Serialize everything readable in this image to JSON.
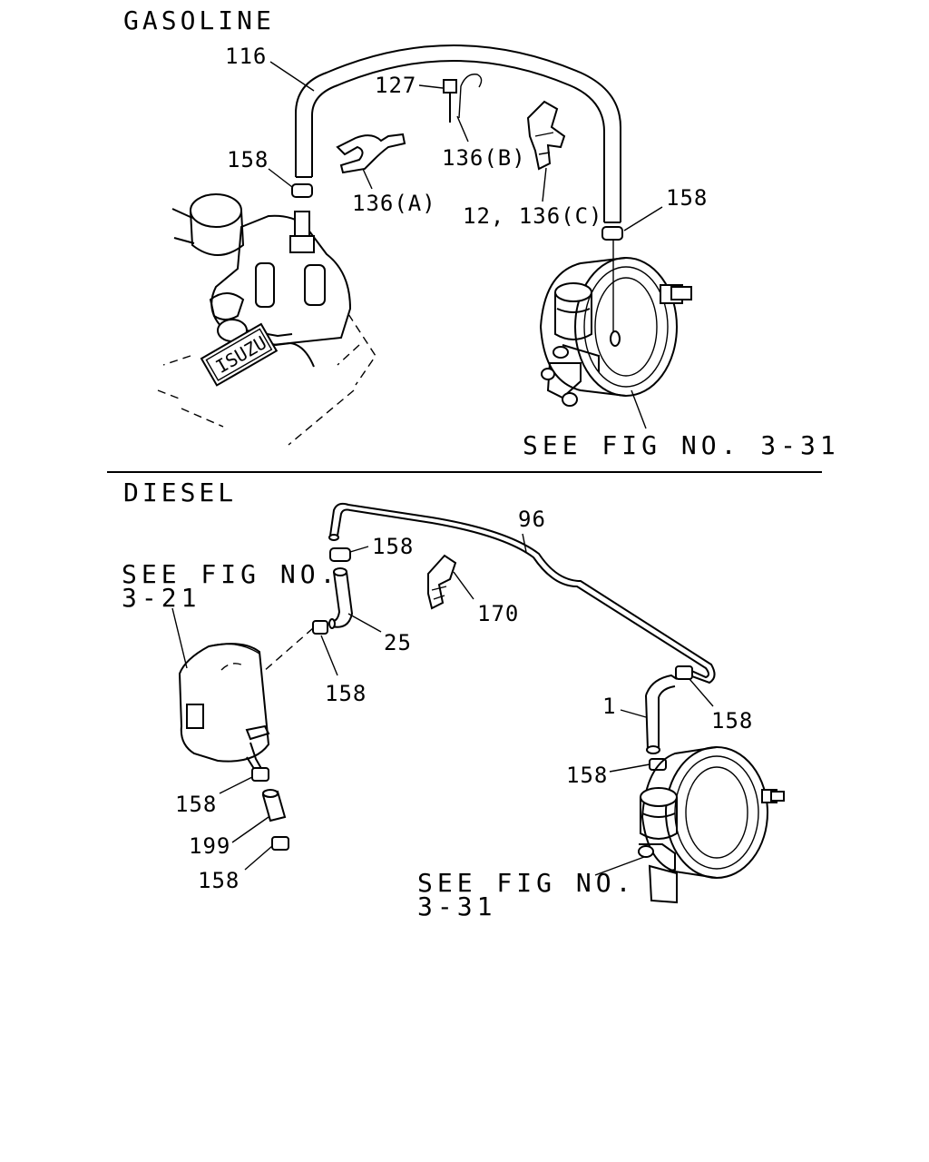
{
  "sections": {
    "gasoline": "GASOLINE",
    "diesel": "DIESEL"
  },
  "gasoline": {
    "labels": {
      "p116": "116",
      "p127": "127",
      "p136b": "136(B)",
      "p158_left": "158",
      "p136a": "136(A)",
      "p12_136c": "12, 136(C)",
      "p158_right": "158"
    },
    "see_fig": "SEE FIG NO. 3-31",
    "logo_text": "ISUZU"
  },
  "diesel": {
    "labels": {
      "p96": "96",
      "p158_top": "158",
      "p170": "170",
      "p25": "25",
      "p158_mid": "158",
      "p1": "1",
      "p158_right": "158",
      "p158_booster": "158",
      "p158_lower1": "158",
      "p199": "199",
      "p158_lower2": "158"
    },
    "see_fig_left_line1": "SEE FIG NO.",
    "see_fig_left_line2": "3-21",
    "see_fig_right_line1": "SEE FIG NO.",
    "see_fig_right_line2": "3-31"
  }
}
